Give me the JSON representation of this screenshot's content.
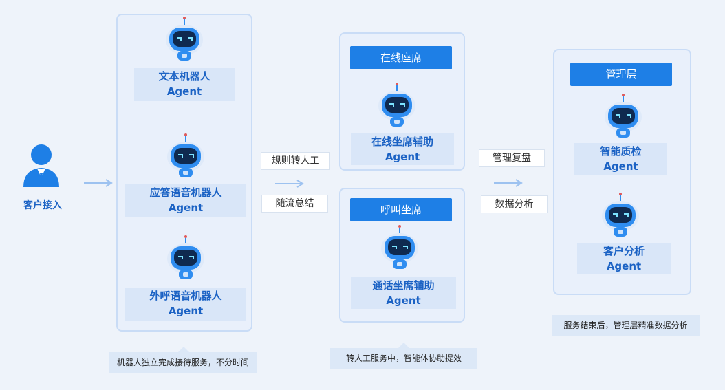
{
  "customer": {
    "label": "客户接入"
  },
  "col1": {
    "agents": [
      {
        "name": "文本机器人",
        "suffix": "Agent"
      },
      {
        "name": "应答语音机器人",
        "suffix": "Agent"
      },
      {
        "name": "外呼语音机器人",
        "suffix": "Agent"
      }
    ],
    "note": "机器人独立完成接待服务，不分时间"
  },
  "transfer": {
    "tag1": "规则转人工",
    "tag2": "随流总结"
  },
  "col2": {
    "online": {
      "header": "在线座席",
      "name": "在线坐席辅助",
      "suffix": "Agent"
    },
    "call": {
      "header": "呼叫坐席",
      "name": "通话坐席辅助",
      "suffix": "Agent"
    },
    "note": "转人工服务中，智能体协助提效"
  },
  "review": {
    "tag1": "管理复盘",
    "tag2": "数据分析"
  },
  "col3": {
    "header": "管理层",
    "agents": [
      {
        "name": "智能质检",
        "suffix": "Agent"
      },
      {
        "name": "客户分析",
        "suffix": "Agent"
      }
    ],
    "note": "服务结束后，管理层精准数据分析"
  },
  "colors": {
    "accent": "#1e7fe6",
    "label_text": "#1b62c4",
    "panel_border": "#c9dcf6",
    "background": "#eef3fa"
  }
}
